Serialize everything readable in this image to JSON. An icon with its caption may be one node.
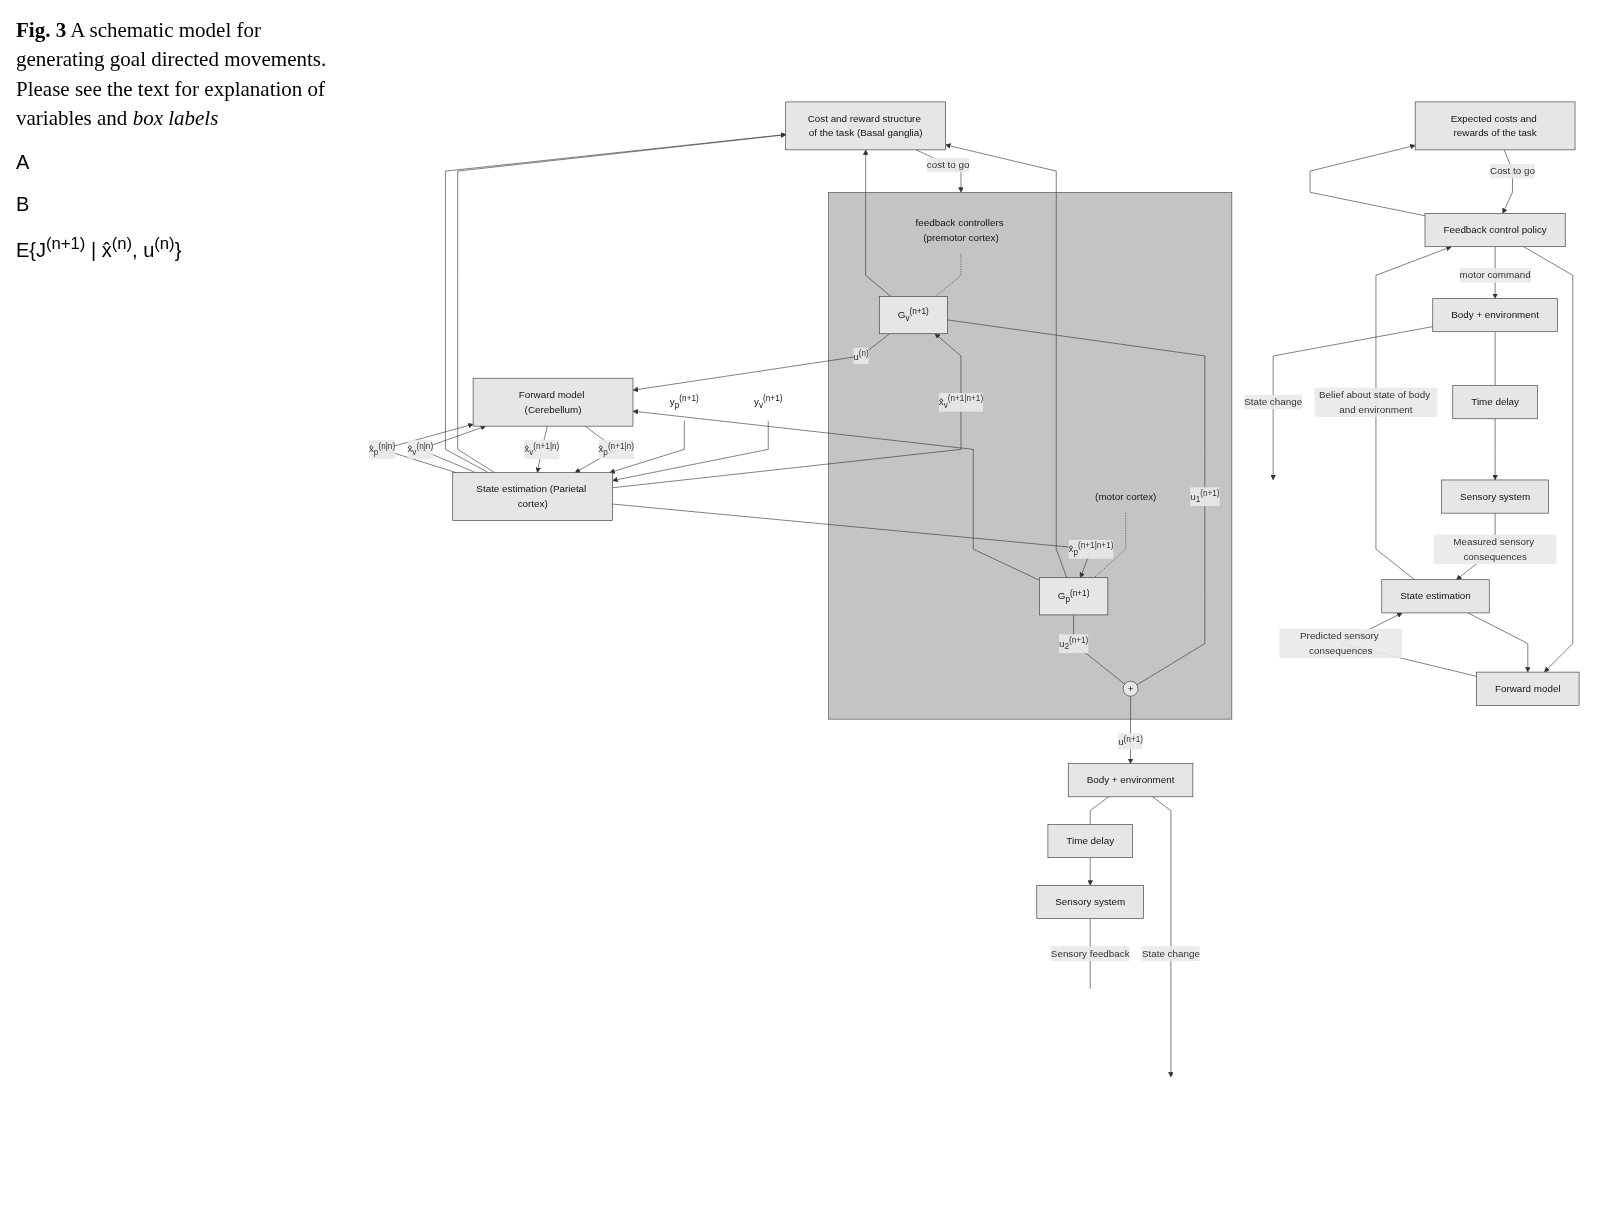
{
  "diagram": {
    "caption": "**Fig. 3** A schematic model for generating goal directed movements. Please see the text for explanation of variables and *box labels*",
    "nodes": [
      {
        "text": [
          "Expected costs and rewards of the task"
        ]
      },
      {
        "text": [
          "Feedback control policy"
        ]
      },
      {
        "text": [
          "Body + environment"
        ]
      },
      {
        "text": [
          "Forward model"
        ]
      },
      {
        "text": [
          "State estimation"
        ]
      },
      {
        "text": [
          "Time delay"
        ]
      },
      {
        "text": [
          "Sensory system"
        ]
      },
      {
        "text": [
          "Cost and reward structure of the task (Basal ganglia)"
        ]
      },
      {
        "text": [],
        "shape": "box"
      },
      {
        "text": [
          "feedback controllers (premotor cortex)"
        ],
        "in": 8
      },
      {
        "text": [
          "(motor cortex)"
        ],
        "in": 8
      },
      {
        "text": [
          "G$_{v}$$^{(n+1)}$"
        ],
        "in": 8
      },
      {
        "text": [
          "G$_{p}$$^{(n+1)}$"
        ],
        "in": 8
      },
      {
        "text": [
          "+"
        ],
        "in": 8
      },
      {
        "text": [
          "Body + environment"
        ]
      },
      {
        "text": [
          "Time delay"
        ]
      },
      {
        "text": [
          "Sensory system"
        ]
      },
      {
        "text": [
          "State estimation (Parietal cortex)"
        ]
      },
      {
        "text": [
          "Forward model (Cerebellum)"
        ]
      },
      {
        "text": [
          "y$_{v}$$^{(n+1)}$"
        ]
      },
      {
        "text": [
          "y$_{p}$$^{(n+1)}$"
        ]
      }
    ],
    "edges": [
      {
        "from": 0,
        "to": 1,
        "arrow": "to",
        "label": "Cost to go"
      },
      {
        "from": 1,
        "to": 2,
        "arrow": "to",
        "label": "motor command"
      },
      {
        "from": 1,
        "to": 0,
        "arrow": "to"
      },
      {
        "from": 1,
        "to": 3,
        "arrow": "to"
      },
      {
        "from": 2,
        "to": null,
        "arrow": "to",
        "label": "State change"
      },
      {
        "from": 2,
        "to": 5,
        "arrow": "none"
      },
      {
        "from": 5,
        "to": 6,
        "arrow": "to"
      },
      {
        "from": 6,
        "to": 4,
        "arrow": "to",
        "label": "Measured sensory consequences"
      },
      {
        "from": 3,
        "to": 4,
        "arrow": "to",
        "label": "Predicted sensory consequences"
      },
      {
        "from": 4,
        "to": 1,
        "arrow": "to",
        "label": "Belief about state of body and environment"
      },
      {
        "from": 4,
        "to": 3,
        "arrow": "to"
      },
      {
        "from": 7,
        "to": 8,
        "arrow": "to",
        "label": "cost to go"
      },
      {
        "from": 9,
        "to": 11,
        "arrow": "none",
        "style": "dashed"
      },
      {
        "from": 10,
        "to": 12,
        "arrow": "none",
        "style": "dashed"
      },
      {
        "from": 11,
        "to": 13,
        "arrow": "none",
        "label": "u$_{1}$$^{(n+1)}$"
      },
      {
        "from": 12,
        "to": 13,
        "arrow": "none",
        "label": "u$_{2}$$^{(n+1)}$"
      },
      {
        "from": 13,
        "to": 14,
        "arrow": "to",
        "label": "u$^{(n+1)}$"
      },
      {
        "from": 14,
        "to": null,
        "arrow": "to",
        "label": "State change"
      },
      {
        "from": 14,
        "to": 15,
        "arrow": "none"
      },
      {
        "from": 15,
        "to": 16,
        "arrow": "to"
      },
      {
        "from": 16,
        "to": null,
        "arrow": "none",
        "label": "Sensory feedback"
      },
      {
        "from": 11,
        "to": 7,
        "arrow": "to"
      },
      {
        "from": 12,
        "to": 7,
        "arrow": "to"
      },
      {
        "from": 11,
        "to": 18,
        "arrow": "to",
        "label": "u$^{(n)}$"
      },
      {
        "from": 12,
        "to": 18,
        "arrow": "to"
      },
      {
        "from": 19,
        "to": 17,
        "arrow": "to"
      },
      {
        "from": 20,
        "to": 17,
        "arrow": "to"
      },
      {
        "from": 17,
        "to": 11,
        "arrow": "to",
        "label": "x̂$_{v}$$^{(n+1|n+1)}$"
      },
      {
        "from": 17,
        "to": 12,
        "arrow": "to",
        "label": "x̂$_{p}$$^{(n+1|n+1)}$"
      },
      {
        "from": 17,
        "to": 7,
        "arrow": "to"
      },
      {
        "from": 17,
        "to": 7,
        "arrow": "to"
      },
      {
        "from": 17,
        "to": 18,
        "arrow": "to",
        "label": "x̂$_{v}$$^{(n|n)}$"
      },
      {
        "from": 17,
        "to": 18,
        "arrow": "to",
        "label": "x̂$_{p}$$^{(n|n)}$"
      },
      {
        "from": 18,
        "to": 17,
        "arrow": "to",
        "label": "x̂$_{p}$$^{(n+1|n)}$"
      },
      {
        "from": 18,
        "to": 17,
        "arrow": "to",
        "label": "x̂$_{v}$$^{(n+1|n)}$"
      }
    ],
    "labels": [
      "A",
      "B",
      "E{J$^{(n+1)}$ | x̂$^{(n)}$, u$^{(n)}$}"
    ]
  }
}
